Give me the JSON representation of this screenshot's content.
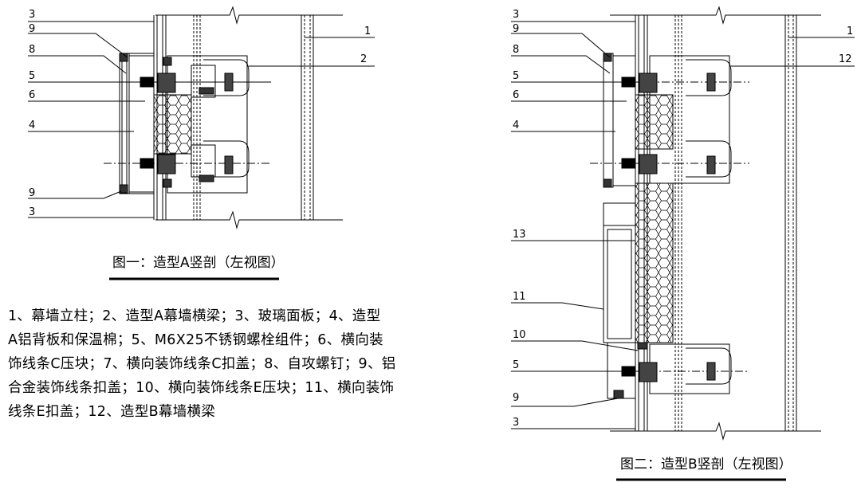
{
  "figure1": {
    "caption": "图一：造型A竖剖（左视图）",
    "left_labels": [
      "3",
      "9",
      "8",
      "5",
      "6",
      "4",
      "9",
      "3"
    ],
    "right_labels": [
      "1",
      "2"
    ]
  },
  "figure2": {
    "caption": "图二：造型B竖剖（左视图）",
    "left_labels": [
      "3",
      "9",
      "8",
      "5",
      "6",
      "4",
      "13",
      "11",
      "10",
      "5",
      "9",
      "3"
    ],
    "right_labels": [
      "1",
      "12"
    ]
  },
  "legend": {
    "lines": [
      "1、幕墙立柱；2、造型A幕墙横梁；3、玻璃面板；4、造型",
      "A铝背板和保温棉；5、M6X25不锈钢螺栓组件；6、横向装",
      "饰线条C压块；7、横向装饰线条C扣盖；8、自攻螺钉；9、铝",
      "合金装饰线条扣盖；10、横向装饰线条E压块；11、横向装饰",
      "线条E扣盖；12、造型B幕墙横梁"
    ]
  }
}
